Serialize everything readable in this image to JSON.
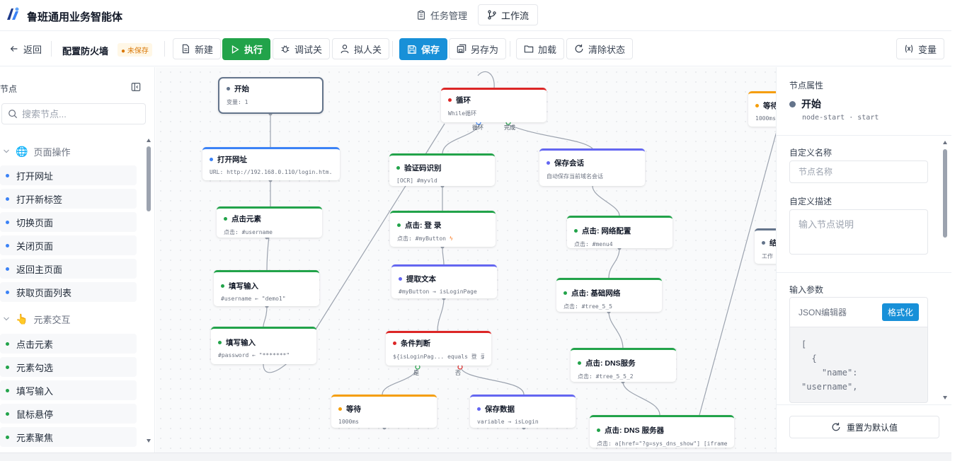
{
  "app": {
    "title": "鲁班通用业务智能体"
  },
  "top_tabs": [
    {
      "label": "任务管理",
      "active": false
    },
    {
      "label": "工作流",
      "active": true
    }
  ],
  "toolbar": {
    "back": "返回",
    "flow_name": "配置防火墙",
    "unsaved": "未保存",
    "new": "新建",
    "run": "执行",
    "debug": "调试关",
    "persona": "拟人关",
    "save": "保存",
    "save_as": "另存为",
    "load": "加载",
    "clear_state": "清除状态",
    "variables": "变量"
  },
  "sidebar": {
    "title": "节点",
    "search_placeholder": "搜索节点...",
    "categories": [
      {
        "label": "页面操作",
        "emoji": "🌐",
        "color": "blue",
        "items": [
          "打开网址",
          "打开新标签",
          "切换页面",
          "关闭页面",
          "返回主页面",
          "获取页面列表"
        ]
      },
      {
        "label": "元素交互",
        "emoji": "👆",
        "color": "green",
        "items": [
          "点击元素",
          "元素勾选",
          "填写输入",
          "鼠标悬停",
          "元素聚焦"
        ]
      }
    ]
  },
  "canvas": {
    "nodes": [
      {
        "id": "start",
        "title": "开始",
        "desc": "变量: 1",
        "color": "gray",
        "start": true
      },
      {
        "id": "open",
        "title": "打开网址",
        "desc": "URL: http://192.168.0.110/login.htm...",
        "color": "blue"
      },
      {
        "id": "click-el",
        "title": "点击元素",
        "desc": "点击: #username",
        "color": "green"
      },
      {
        "id": "fill1",
        "title": "填写输入",
        "desc": "#username ← \"demo1\"",
        "color": "green"
      },
      {
        "id": "fill2",
        "title": "填写输入",
        "desc": "#password ← \"*******\"",
        "color": "green"
      },
      {
        "id": "loop",
        "title": "循环",
        "desc": "While循环",
        "color": "red"
      },
      {
        "id": "captcha",
        "title": "验证码识别",
        "desc": "[OCR] #myvld",
        "color": "green"
      },
      {
        "id": "click-login",
        "title": "点击: 登 录",
        "desc": "点击: #myButton",
        "color": "green"
      },
      {
        "id": "extract",
        "title": "提取文本",
        "desc": "#myButton → isLoginPage",
        "color": "purple"
      },
      {
        "id": "cond",
        "title": "条件判断",
        "desc": "${isLoginPag... equals 登 录",
        "color": "red"
      },
      {
        "id": "wait",
        "title": "等待",
        "desc": "1000ms",
        "color": "orange"
      },
      {
        "id": "savedata",
        "title": "保存数据",
        "desc": "variable → isLogin",
        "color": "purple"
      },
      {
        "id": "session",
        "title": "保存会话",
        "desc": "自动保存当前域名会话",
        "color": "purple"
      },
      {
        "id": "netcfg",
        "title": "点击: 网络配置",
        "desc": "点击: #menu4",
        "color": "green"
      },
      {
        "id": "basenet",
        "title": "点击: 基础网络",
        "desc": "点击: #tree_5_5",
        "color": "green"
      },
      {
        "id": "dns",
        "title": "点击: DNS服务",
        "desc": "点击: #tree_5_5_2",
        "color": "green"
      },
      {
        "id": "dns2",
        "title": "点击: DNS 服务器",
        "desc": "点击: a[href=\"?g=sys_dns_show\"] [iframe]",
        "color": "green"
      },
      {
        "id": "wait2",
        "title": "等待",
        "desc": "1000ms",
        "color": "orange"
      },
      {
        "id": "end",
        "title": "结",
        "desc": "工作",
        "color": "gray"
      }
    ],
    "port_labels": {
      "loop_body": "循环",
      "loop_done": "完成",
      "cond_yes": "是",
      "cond_no": "否"
    }
  },
  "panel": {
    "section_title": "节点属性",
    "node_title": "开始",
    "node_sub": "node-start · start",
    "custom_name_label": "自定义名称",
    "custom_name_placeholder": "节点名称",
    "custom_desc_label": "自定义描述",
    "custom_desc_placeholder": "输入节点说明",
    "params_label": "输入参数",
    "json_editor_label": "JSON编辑器",
    "format_button": "格式化",
    "json_content": "[\n  {\n    \"name\":\n\"username\",",
    "reset_button": "重置为默认值"
  }
}
